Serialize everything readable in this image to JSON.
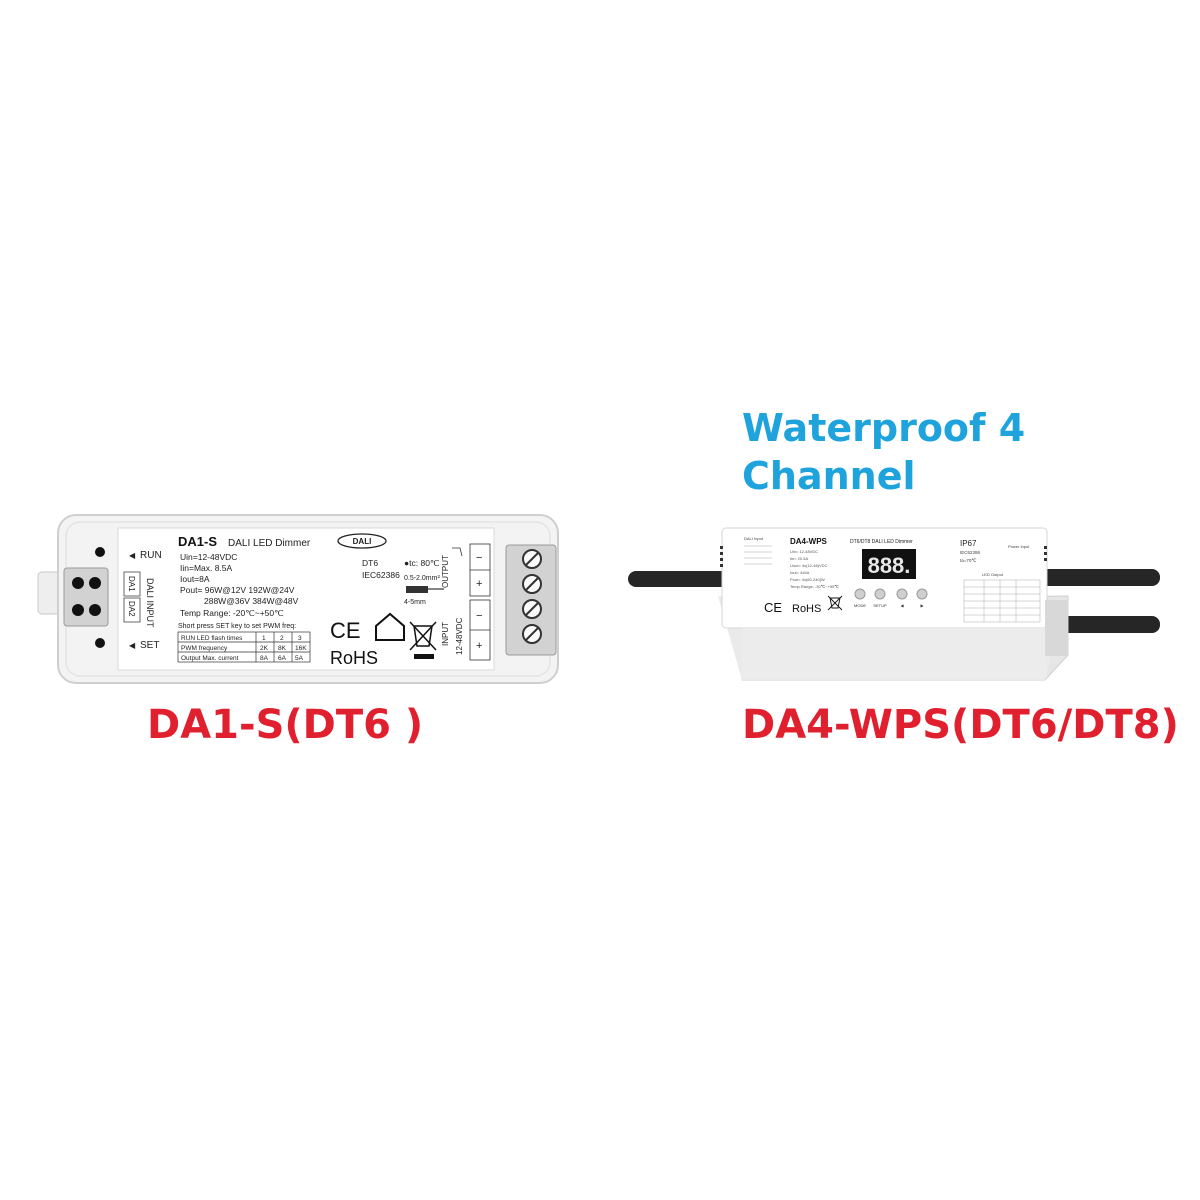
{
  "title": {
    "line1": "Waterproof 4",
    "line2": "Channel",
    "color": "#1ea3dc"
  },
  "captions": {
    "left": "DA1-S(DT6 )",
    "right": "DA4-WPS(DT6/DT8)",
    "color": "#e0202f"
  },
  "da1s": {
    "model": "DA1-S",
    "type": "DALI LED Dimmer",
    "logo": "DALI",
    "run": "RUN",
    "set": "SET",
    "dali_input": "DALI INPUT",
    "da1": "DA1",
    "da2": "DA2",
    "specs": [
      "Uin=12-48VDC",
      "Iin=Max. 8.5A",
      "Iout=8A",
      "Pout= 96W@12V  192W@24V",
      "288W@36V  384W@48V",
      "Temp Range: -20℃~+50℃"
    ],
    "dt": "DT6",
    "iec": "IEC62386",
    "tc": "●tc: 80℃",
    "wire": "0.5-2.0mm²",
    "strip": "4-5mm",
    "note": "Short press SET key to set PWM freq:",
    "table": [
      [
        "RUN LED flash times",
        "1",
        "2",
        "3"
      ],
      [
        "PWM frequency",
        "2K",
        "8K",
        "16K"
      ],
      [
        "Output Max. current",
        "8A",
        "6A",
        "5A"
      ]
    ],
    "output": "OUTPUT",
    "input": "INPUT",
    "input_v": "12-48VDC",
    "ce": "CE",
    "rohs": "RoHS"
  },
  "da4wps": {
    "model": "DA4-WPS",
    "type": "DT6/DT8 DALI LED Dimmer",
    "ip": "IP67",
    "iec": "IEC62386",
    "ta": "ta=70℃",
    "display": "888.",
    "dali_input": "DALI Input",
    "power_input": "Power Input",
    "led_output": "LED Output",
    "buttons": [
      "MODE",
      "SETUP",
      "◀",
      "▶"
    ],
    "specs": [
      "Uin= 12-48VDC",
      "Iin= 20.5A",
      "Uout= 4x(12-48)VDC",
      "Iout= 4x5A",
      "Pout= 4x(60-240)W",
      "Temp Range: -30℃~+55℃"
    ],
    "ce": "CE",
    "rohs": "RoHS"
  }
}
